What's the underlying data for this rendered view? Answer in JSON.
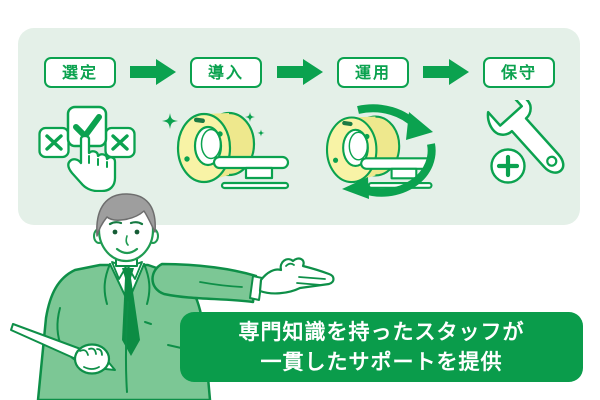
{
  "colors": {
    "accent_green": "#0ba24f",
    "banner_green": "#0a9c4b",
    "panel_bg": "#e4f0e8",
    "device_yellow": "#f8f3a6",
    "suit_green": "#7cc795",
    "tie_green": "#0c8c44",
    "hair_gray": "#9e9e9e"
  },
  "process_panel": {
    "steps": [
      {
        "label": "選定",
        "icon": "selection-check-icon"
      },
      {
        "label": "導入",
        "icon": "ct-scanner-icon"
      },
      {
        "label": "運用",
        "icon": "ct-scanner-cycle-icon"
      },
      {
        "label": "保守",
        "icon": "wrench-plus-icon"
      }
    ],
    "arrow_icon": "flow-arrow-icon"
  },
  "illustration": {
    "figure": "businessman-presenting-icon"
  },
  "banner": {
    "line1": "専門知識を持ったスタッフが",
    "line2": "一貫したサポートを提供"
  }
}
